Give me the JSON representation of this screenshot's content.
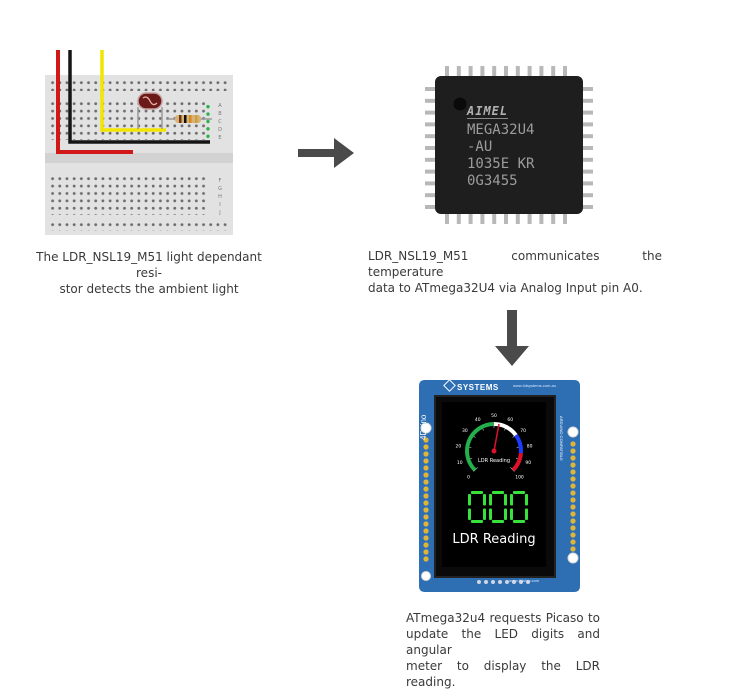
{
  "captions": {
    "step1": [
      "The LDR_NSL19_M51 light dependant resi-",
      "stor detects the ambient light"
    ],
    "step2": [
      "LDR_NSL19_M51 communicates the temperature",
      "data to ATmega32U4 via Analog Input pin A0."
    ],
    "step3": [
      "ATmega32u4 requests Picaso to",
      "update the LED digits and angular",
      "meter to display the LDR reading."
    ]
  },
  "chip": {
    "brand": "AIMEL",
    "lines": [
      "MEGA32U4",
      "-AU",
      "1035E KR",
      "0G3455"
    ]
  },
  "breadboard": {
    "row_letters_top": [
      "A",
      "B",
      "C",
      "D",
      "E"
    ],
    "row_letters_bottom": [
      "F",
      "G",
      "H",
      "I",
      "J"
    ]
  },
  "module": {
    "brand": "SYSTEMS",
    "website": "www.4dsystems.com.au",
    "side_text": "4Duino",
    "side_text_right": "ARDUINO COMPATIBLE",
    "bottom_text": "www.4duino.com"
  },
  "display": {
    "gauge_ticks": [
      "0",
      "10",
      "20",
      "30",
      "40",
      "50",
      "60",
      "70",
      "80",
      "90",
      "100"
    ],
    "gauge_label": "LDR Reading",
    "digits": "000",
    "title": "LDR Reading"
  },
  "colors": {
    "arrow": "#4a4a4a",
    "chip_body": "#1e1e1e",
    "pcb_blue": "#2e6fb4",
    "digit_green": "#37e23a",
    "gauge_green": "#22b14c",
    "gauge_blue": "#1a3cff",
    "gauge_red": "#e0102a",
    "wire_red": "#d01818",
    "wire_yellow": "#f2e600",
    "wire_black": "#151515"
  }
}
